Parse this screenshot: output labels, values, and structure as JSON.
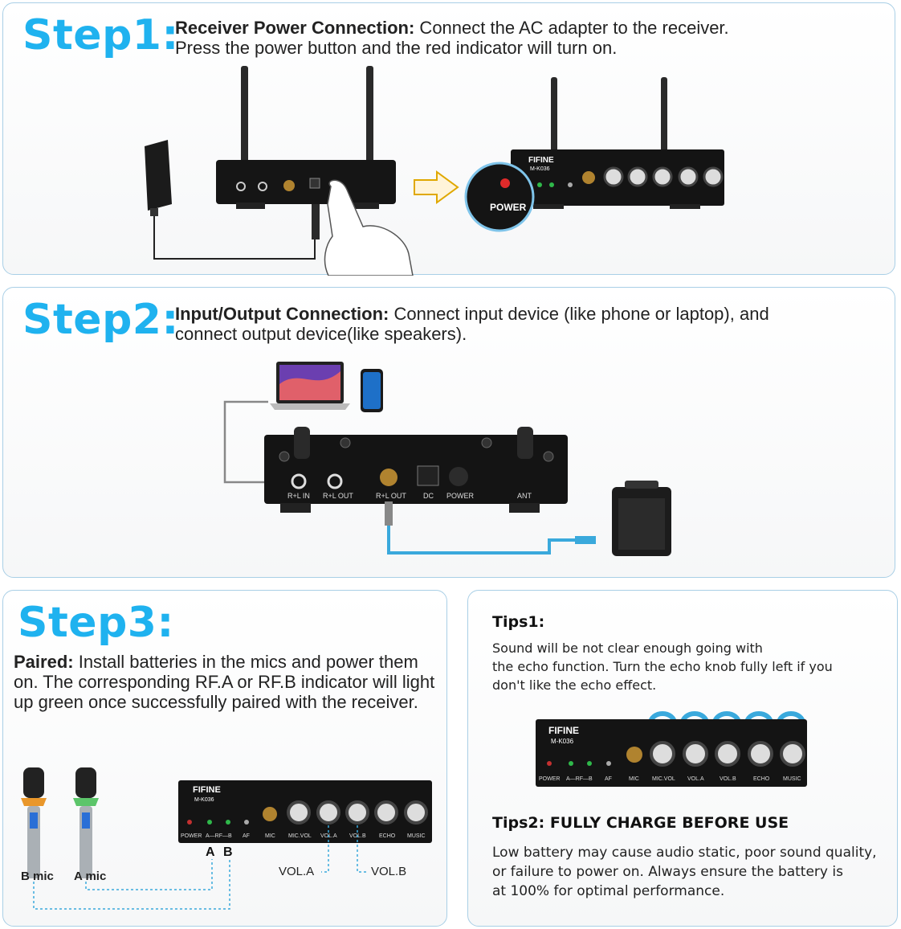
{
  "step1": {
    "title": "Step1:",
    "heading": "Receiver Power Connection:",
    "text_a": " Connect the AC adapter to the receiver.",
    "text_b": "Press the power button and the red indicator will turn on.",
    "power_label": "POWER"
  },
  "step2": {
    "title": "Step2:",
    "heading": "Input/Output Connection:",
    "text_a": " Connect input device (like phone or laptop), and",
    "text_b": "connect output device(like speakers).",
    "ports": [
      "R+L IN",
      "R+L OUT",
      "R+L OUT",
      "DC",
      "POWER",
      "ANT"
    ]
  },
  "step3": {
    "title": "Step3:",
    "heading": "Paired:",
    "text": " Install batteries in the mics and power them on. The corresponding RF.A or RF.B indicator will light up green once successfully paired with the receiver.",
    "mic_b": "B mic",
    "mic_a": "A mic",
    "label_a": "A",
    "label_b": "B",
    "vol_a": "VOL.A",
    "vol_b": "VOL.B"
  },
  "device": {
    "brand": "FIFINE",
    "model": "M-K036",
    "labels": [
      "POWER",
      "A—RF—B",
      "AF",
      "MIC",
      "MIC.VOL",
      "VOL.A",
      "VOL.B",
      "ECHO",
      "MUSIC"
    ]
  },
  "tips": {
    "tips1_title": "Tips1:",
    "tips1_line1": "Sound will be not clear enough going with",
    "tips1_line2": "the echo function. Turn the echo knob fully left if you",
    "tips1_line3": "don't like the echo effect.",
    "tips2_title": "Tips2:  FULLY CHARGE BEFORE USE",
    "tips2_line1": "Low battery may cause audio static, poor sound quality,",
    "tips2_line2": "or failure to power on. Always ensure the battery is",
    "tips2_line3": "at 100% for optimal performance."
  },
  "colors": {
    "accent": "#1fb2ef",
    "cable_blue": "#3aa9dc",
    "border": "#a9cfe6"
  }
}
